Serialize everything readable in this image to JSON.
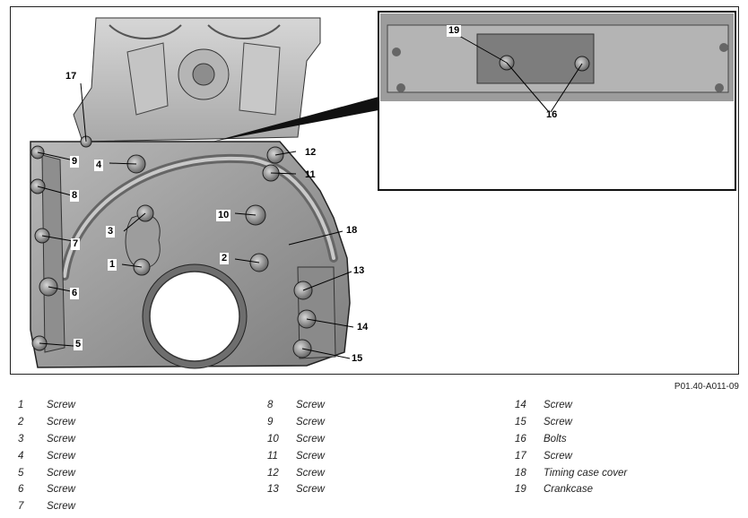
{
  "figure": {
    "reference_code": "P01.40-A011-09",
    "callouts": [
      "1",
      "2",
      "3",
      "4",
      "5",
      "6",
      "7",
      "8",
      "9",
      "10",
      "11",
      "12",
      "13",
      "14",
      "15",
      "16",
      "17",
      "18",
      "19"
    ]
  },
  "legend": [
    {
      "num": "1",
      "label": "Screw"
    },
    {
      "num": "2",
      "label": "Screw"
    },
    {
      "num": "3",
      "label": "Screw"
    },
    {
      "num": "4",
      "label": "Screw"
    },
    {
      "num": "5",
      "label": "Screw"
    },
    {
      "num": "6",
      "label": "Screw"
    },
    {
      "num": "7",
      "label": "Screw"
    },
    {
      "num": "8",
      "label": "Screw"
    },
    {
      "num": "9",
      "label": "Screw"
    },
    {
      "num": "10",
      "label": "Screw"
    },
    {
      "num": "11",
      "label": "Screw"
    },
    {
      "num": "12",
      "label": "Screw"
    },
    {
      "num": "13",
      "label": "Screw"
    },
    {
      "num": "14",
      "label": "Screw"
    },
    {
      "num": "15",
      "label": "Screw"
    },
    {
      "num": "16",
      "label": "Bolts"
    },
    {
      "num": "17",
      "label": "Screw"
    },
    {
      "num": "18",
      "label": "Timing case cover"
    },
    {
      "num": "19",
      "label": "Crankcase"
    }
  ]
}
